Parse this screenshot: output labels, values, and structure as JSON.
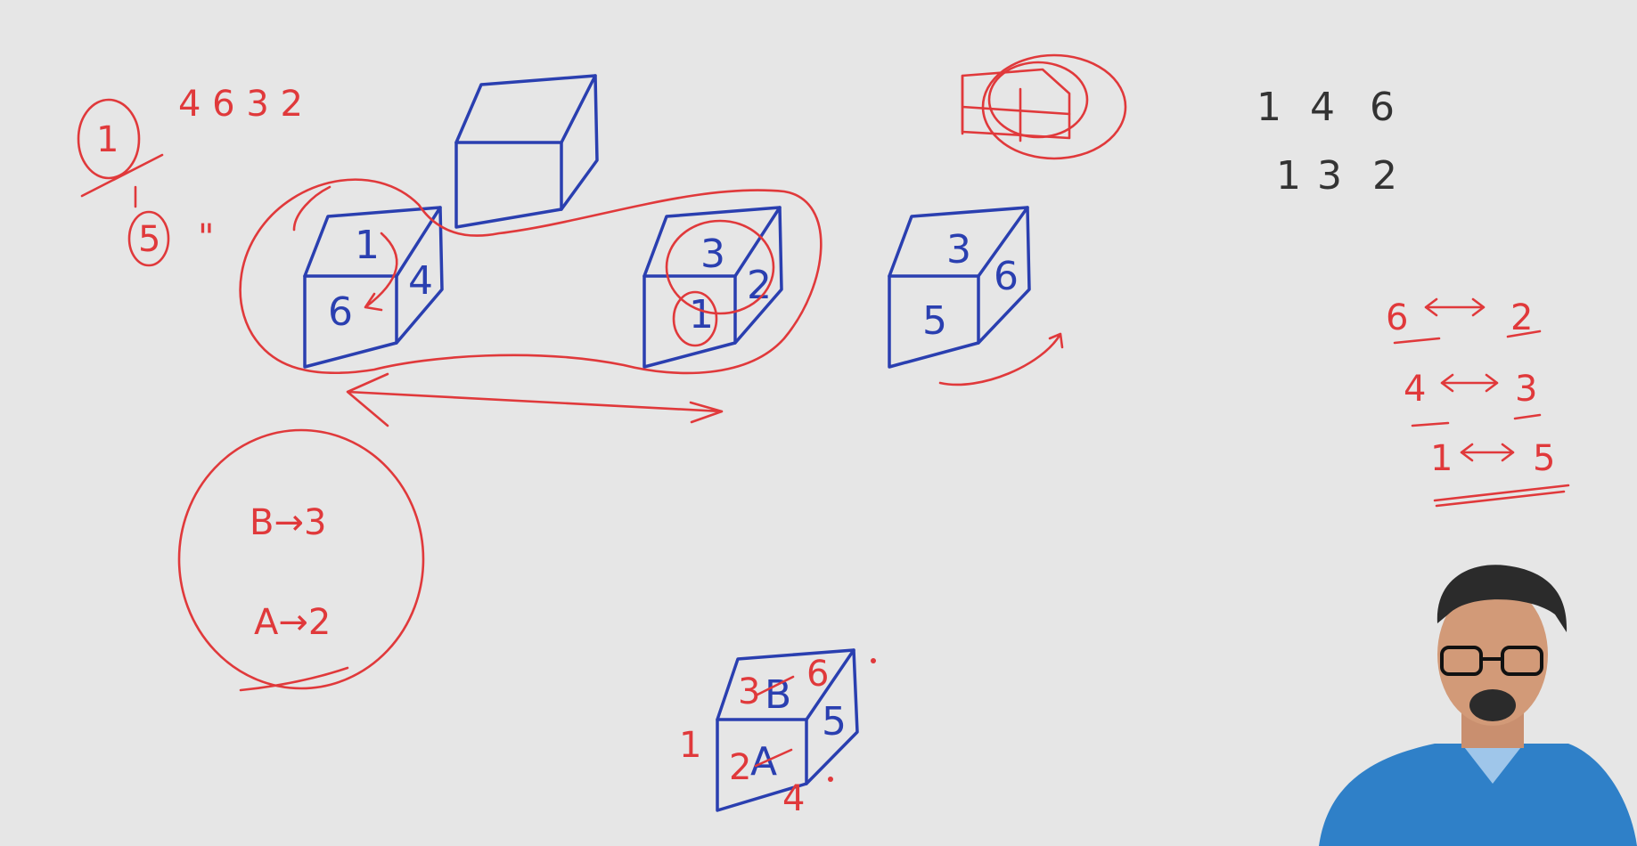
{
  "top_left": {
    "circled_one": "1",
    "sequence": "4 6 3 2",
    "circled_five": "5",
    "ditto": "\""
  },
  "cube1": {
    "top": "1",
    "front": "6",
    "right": "4"
  },
  "cube2": {
    "top": "3",
    "front": "1",
    "right": "2"
  },
  "cube3": {
    "top": "3",
    "front": "5",
    "right": "6"
  },
  "mapping": {
    "line1": "B→3",
    "line2": "A→2"
  },
  "bottom_cube": {
    "top_red": "3",
    "top_blue": "B",
    "top_right_red": "6",
    "right": "5",
    "front_red": "2",
    "front_blue": "A",
    "left_label": "1",
    "below_label": "4"
  },
  "numbers": {
    "row1": [
      "1",
      "4",
      "6"
    ],
    "row2": [
      "1",
      "3",
      "2"
    ]
  },
  "opposites": [
    {
      "left": "6",
      "right": "2"
    },
    {
      "left": "4",
      "right": "3"
    },
    {
      "left": "1",
      "right": "5"
    }
  ],
  "colors": {
    "board": "#e6e6e6",
    "blue_marker": "#2a3fb0",
    "red_marker": "#e0393b"
  }
}
